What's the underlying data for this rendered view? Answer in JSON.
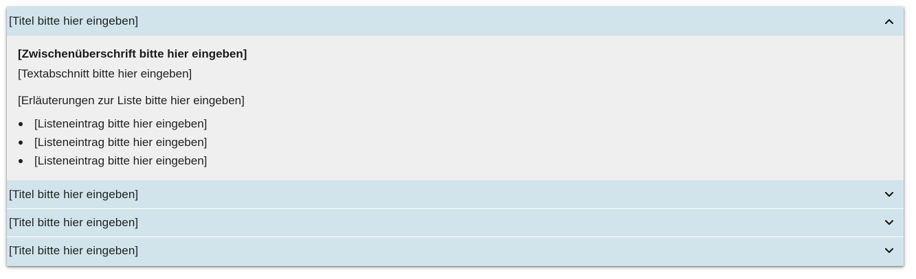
{
  "accordion": {
    "sections": [
      {
        "title": "[Titel bitte hier eingeben]",
        "expanded": true,
        "content": {
          "subheading": "[Zwischenüberschrift bitte hier eingeben]",
          "paragraph": "[Textabschnitt bitte hier eingeben]",
          "list_intro": "[Erläuterungen zur Liste bitte hier eingeben]",
          "list_items": [
            "[Listeneintrag bitte hier eingeben]",
            "[Listeneintrag bitte hier eingeben]",
            "[Listeneintrag bitte hier eingeben]"
          ]
        }
      },
      {
        "title": "[Titel bitte hier eingeben]",
        "expanded": false
      },
      {
        "title": "[Titel bitte hier eingeben]",
        "expanded": false
      },
      {
        "title": "[Titel bitte hier eingeben]",
        "expanded": false
      }
    ],
    "icons": {
      "expanded": "chevron-up-icon",
      "collapsed": "chevron-down-icon"
    },
    "colors": {
      "header_bg": "#d1e4ec",
      "body_bg": "#efefef"
    }
  }
}
